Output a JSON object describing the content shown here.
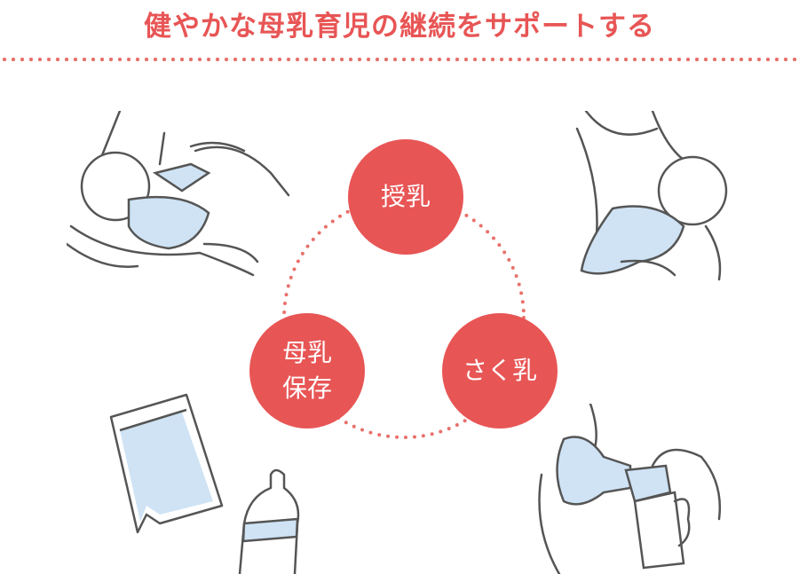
{
  "title": "健やかな母乳育児の継続をサポートする",
  "cycle": {
    "nodes": [
      {
        "label": "授乳"
      },
      {
        "label": "さく乳"
      },
      {
        "label": "母乳\n保存",
        "line1": "母乳",
        "line2": "保存"
      }
    ]
  },
  "colors": {
    "accent": "#e85555",
    "dots": "#e8716b",
    "line": "#555555",
    "fill": "#cfe3f5"
  }
}
